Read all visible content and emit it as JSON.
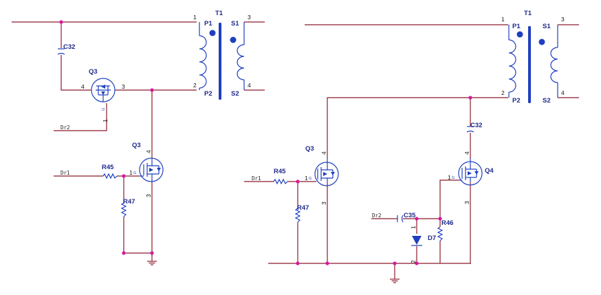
{
  "left_circuit": {
    "transformer": {
      "ref": "T1",
      "primary_top": "P1",
      "primary_bottom": "P2",
      "secondary_top": "S1",
      "secondary_bottom": "S2",
      "pin1": "1",
      "pin2": "2",
      "pin3": "3",
      "pin4": "4"
    },
    "capacitor": {
      "ref": "C32"
    },
    "q_upper": {
      "ref": "Q3",
      "pin_left": "4",
      "pin_right": "3",
      "pin_gate": "1",
      "gate_letter": "G"
    },
    "q_lower": {
      "ref": "Q3",
      "pin_top": "4",
      "pin_bottom": "3",
      "pin_gate": "1",
      "gate_letter": "G"
    },
    "resistor_gate": {
      "ref": "R45"
    },
    "resistor_pulldown": {
      "ref": "R47"
    },
    "nets": {
      "dr1": "Dr1",
      "dr2": "Dr2"
    }
  },
  "right_circuit": {
    "transformer": {
      "ref": "T1",
      "primary_top": "P1",
      "primary_bottom": "P2",
      "secondary_top": "S1",
      "secondary_bottom": "S2",
      "pin1": "1",
      "pin2": "2",
      "pin3": "3",
      "pin4": "4"
    },
    "q3": {
      "ref": "Q3",
      "pin_top": "4",
      "pin_bottom": "3",
      "pin_gate": "1",
      "gate_letter": "G"
    },
    "q4": {
      "ref": "Q4",
      "pin_top": "4",
      "pin_bottom": "3",
      "pin_gate": "1",
      "gate_letter": "G"
    },
    "capacitor_top": {
      "ref": "C32"
    },
    "capacitor_drive": {
      "ref": "C35"
    },
    "resistor_gate": {
      "ref": "R45"
    },
    "resistor_pulldown": {
      "ref": "R47"
    },
    "resistor_q4": {
      "ref": "R46"
    },
    "diode": {
      "ref": "D7",
      "pin_top": "1",
      "pin_bottom": "2"
    },
    "nets": {
      "dr1": "Dr1",
      "dr2": "Dr2"
    }
  },
  "colors": {
    "wire": "#8b1a2b",
    "component": "#1f3fbf",
    "junction": "#d6189b",
    "label": "#1f2a8a"
  }
}
